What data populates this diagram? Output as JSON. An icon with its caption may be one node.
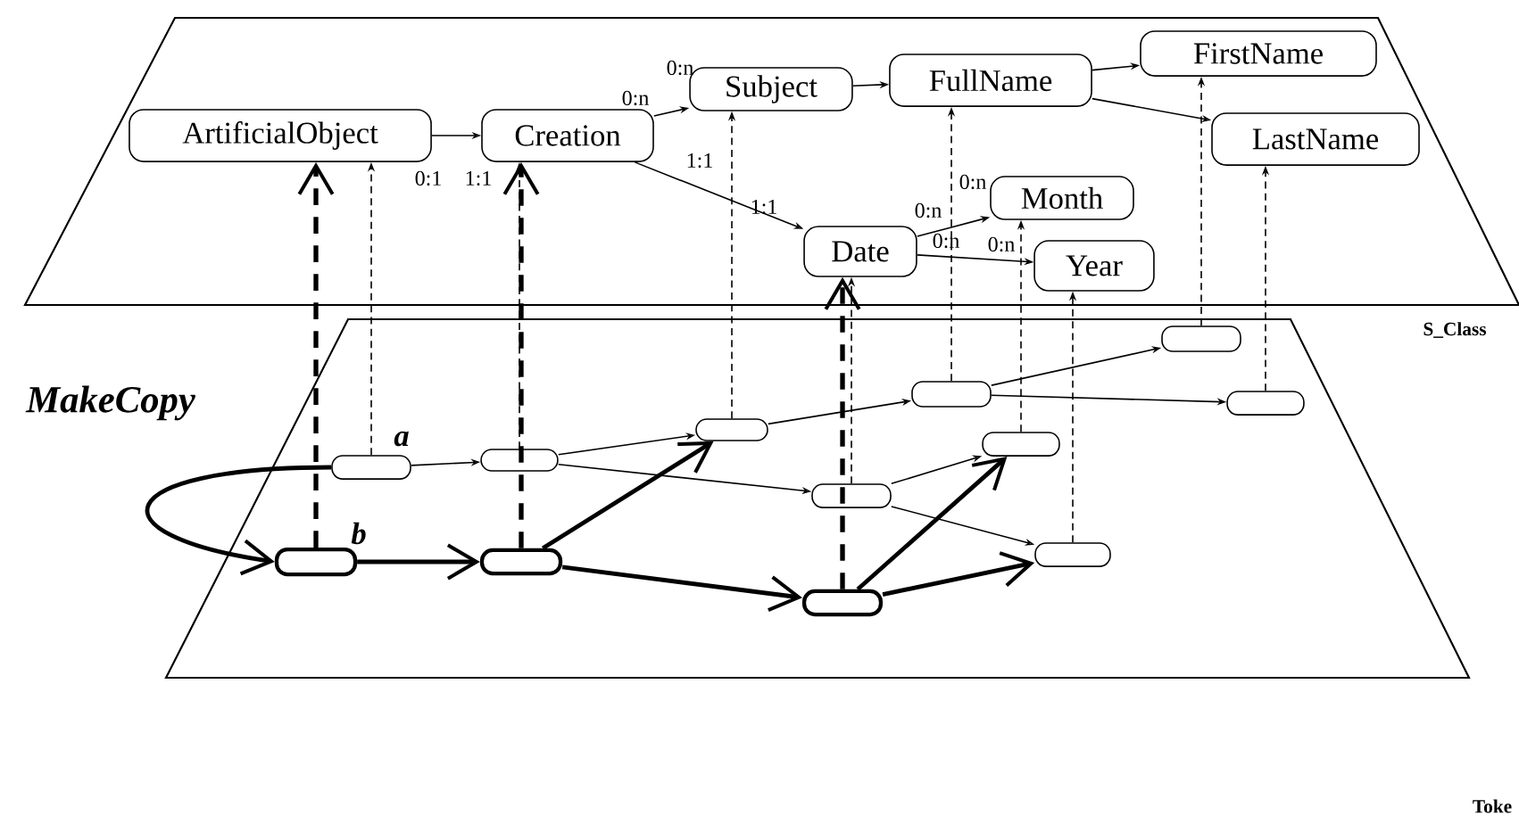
{
  "diagram": {
    "nodes": [
      {
        "text": [
          "ArtificialObject"
        ]
      },
      {
        "text": [
          "Creation"
        ]
      },
      {
        "text": [
          "Subject"
        ]
      },
      {
        "text": [
          "FullName"
        ]
      },
      {
        "text": [
          "FirstName"
        ]
      },
      {
        "text": [
          "LastName"
        ]
      },
      {
        "text": [
          "Month"
        ]
      },
      {
        "text": [
          "Date"
        ]
      },
      {
        "text": [
          "Year"
        ]
      },
      {
        "text": [],
        "shape": "box",
        "beside": [
          "a"
        ]
      },
      {
        "text": [],
        "shape": "box",
        "beside": [
          "b"
        ]
      },
      {
        "text": [],
        "shape": "box"
      },
      {
        "text": [],
        "shape": "box"
      },
      {
        "text": [],
        "shape": "box"
      },
      {
        "text": [],
        "shape": "box"
      },
      {
        "text": [],
        "shape": "box"
      },
      {
        "text": [],
        "shape": "box"
      },
      {
        "text": [],
        "shape": "box"
      },
      {
        "text": [],
        "shape": "box"
      },
      {
        "text": [],
        "shape": "box"
      },
      {
        "text": [],
        "shape": "box"
      }
    ],
    "edges": [
      {
        "from": 0,
        "to": 1,
        "arrow": "to"
      },
      {
        "from": 1,
        "to": 2,
        "arrow": "to"
      },
      {
        "from": 1,
        "to": 7,
        "arrow": "to"
      },
      {
        "from": 2,
        "to": 3,
        "arrow": "to"
      },
      {
        "from": 3,
        "to": 4,
        "arrow": "to"
      },
      {
        "from": 3,
        "to": 5,
        "arrow": "to"
      },
      {
        "from": 7,
        "to": 6,
        "arrow": "to"
      },
      {
        "from": 7,
        "to": 8,
        "arrow": "to"
      },
      {
        "from": 9,
        "to": 11,
        "arrow": "to"
      },
      {
        "from": 11,
        "to": 13,
        "arrow": "to"
      },
      {
        "from": 11,
        "to": 17,
        "arrow": "to"
      },
      {
        "from": 13,
        "to": 14,
        "arrow": "to"
      },
      {
        "from": 14,
        "to": 15,
        "arrow": "to"
      },
      {
        "from": 14,
        "to": 16,
        "arrow": "to"
      },
      {
        "from": 17,
        "to": 18,
        "arrow": "to"
      },
      {
        "from": 17,
        "to": 19,
        "arrow": "to"
      },
      {
        "from": 9,
        "to": 10,
        "arrow": "to",
        "style": "thick"
      },
      {
        "from": 10,
        "to": 12,
        "arrow": "to",
        "style": "thick"
      },
      {
        "from": 12,
        "to": 13,
        "arrow": "to",
        "style": "thick"
      },
      {
        "from": 12,
        "to": 20,
        "arrow": "to",
        "style": "thick"
      },
      {
        "from": 20,
        "to": 18,
        "arrow": "to",
        "style": "thick"
      },
      {
        "from": 20,
        "to": 19,
        "arrow": "to",
        "style": "thick"
      },
      {
        "from": 9,
        "to": 0,
        "arrow": "to",
        "style": "dashed"
      },
      {
        "from": 11,
        "to": 1,
        "arrow": "to",
        "style": "dashed"
      },
      {
        "from": 13,
        "to": 2,
        "arrow": "to",
        "style": "dashed"
      },
      {
        "from": 14,
        "to": 3,
        "arrow": "to",
        "style": "dashed"
      },
      {
        "from": 15,
        "to": 4,
        "arrow": "to",
        "style": "dashed"
      },
      {
        "from": 16,
        "to": 5,
        "arrow": "to",
        "style": "dashed"
      },
      {
        "from": 17,
        "to": 7,
        "arrow": "to",
        "style": "dashed"
      },
      {
        "from": 18,
        "to": 6,
        "arrow": "to",
        "style": "dashed"
      },
      {
        "from": 19,
        "to": 8,
        "arrow": "to",
        "style": "dashed"
      },
      {
        "from": 10,
        "to": 0,
        "arrow": "to",
        "style": "dashed"
      },
      {
        "from": 12,
        "to": 1,
        "arrow": "to",
        "style": "dashed"
      },
      {
        "from": 20,
        "to": 7,
        "arrow": "to",
        "style": "dashed"
      }
    ],
    "labels": [
      "0:n",
      "0:n",
      "0:1",
      "1:1",
      "1:1",
      "0:n",
      "0:n",
      "1:1",
      "0:n",
      "0:n",
      "S_Class",
      "MakeCopy",
      "Toke"
    ]
  }
}
